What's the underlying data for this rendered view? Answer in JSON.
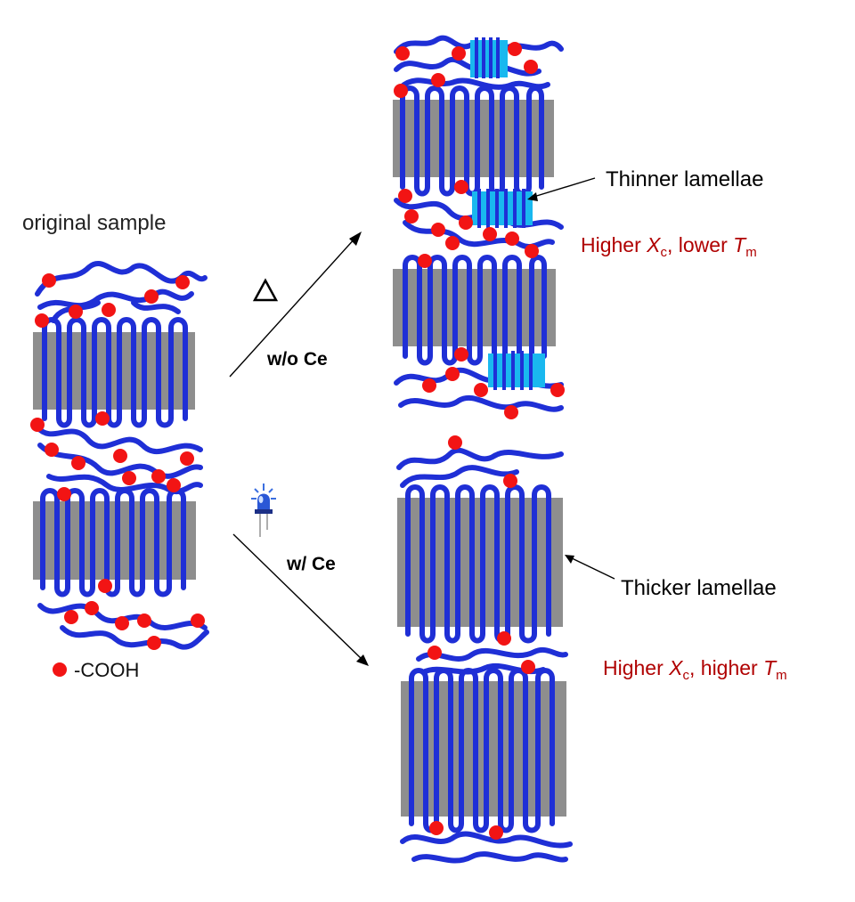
{
  "labels": {
    "original": "original sample",
    "legend": "-COOH",
    "without_ce": "w/o Ce",
    "with_ce": "w/ Ce",
    "thinner": "Thinner lamellae",
    "thicker": "Thicker lamellae",
    "upper_prop": {
      "a": "Higher ",
      "xc_main": "X",
      "xc_sub": "c",
      "b": ", lower ",
      "tm_main": "T",
      "tm_sub": "m"
    },
    "lower_prop": {
      "a": "Higher ",
      "xc_main": "X",
      "xc_sub": "c",
      "b": ", higher ",
      "tm_main": "T",
      "tm_sub": "m"
    }
  },
  "colors": {
    "chain": "#1f2fd6",
    "lamella": "#8e8e8e",
    "cooh": "#f21414",
    "crystallite": "#19b8ef",
    "property_text": "#b00000"
  },
  "icons": {
    "heat": "triangle-icon",
    "light": "led-bulb-icon"
  }
}
